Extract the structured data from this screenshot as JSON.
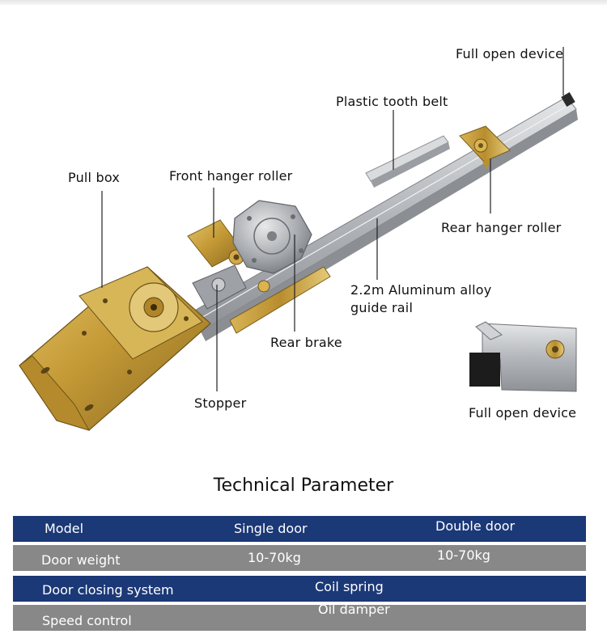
{
  "callouts": {
    "full_open_device_top": "Full open device",
    "plastic_tooth_belt": "Plastic tooth belt",
    "pull_box": "Pull box",
    "front_hanger_roller": "Front hanger roller",
    "rear_hanger_roller": "Rear hanger roller",
    "guide_rail_line1": "2.2m Aluminum alloy",
    "guide_rail_line2": "guide rail",
    "rear_brake": "Rear brake",
    "stopper": "Stopper",
    "full_open_device_bottom": "Full open device"
  },
  "section_title": "Technical Parameter",
  "table": {
    "header": {
      "c1": "Model",
      "c2": "Single door",
      "c3": "Double door"
    },
    "rows": [
      {
        "c1": "Door weight",
        "c2": "10-70kg",
        "c3": "10-70kg"
      },
      {
        "c1": "Door closing system",
        "c2": "Coil spring"
      },
      {
        "c1": "Speed control",
        "c2": "Oil damper"
      }
    ]
  },
  "colors": {
    "row_blue": "#1b3877",
    "row_gray": "#888888",
    "brass": "#c9a13c",
    "aluminum": "#b9bcc0"
  }
}
